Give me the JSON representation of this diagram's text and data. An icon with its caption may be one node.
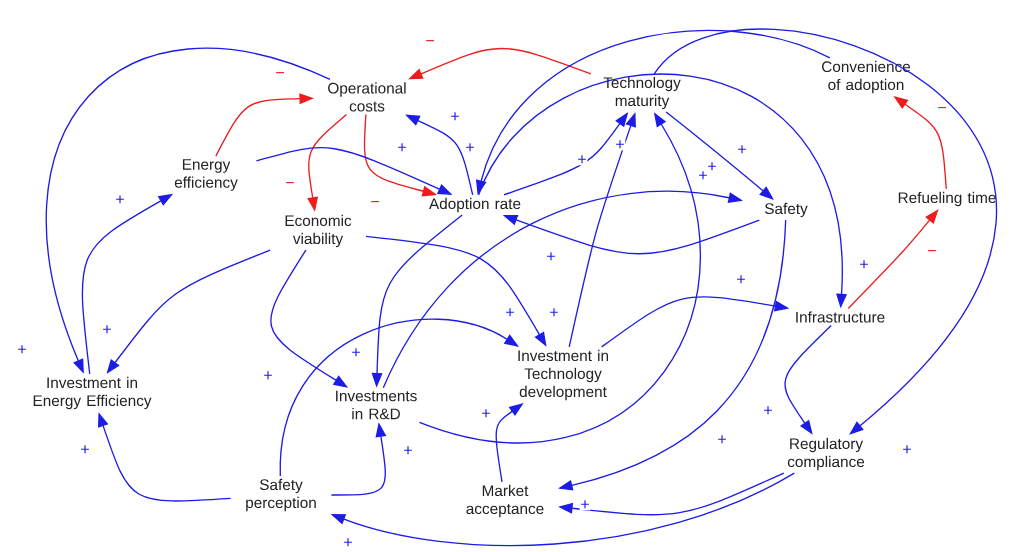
{
  "diagram": {
    "nodes": [
      {
        "text": [
          "Operational costs"
        ]
      },
      {
        "text": [
          "Technology maturity"
        ]
      },
      {
        "text": [
          "Convenience of adoption"
        ]
      },
      {
        "text": [
          "Energy efficiency"
        ]
      },
      {
        "text": [
          "Adoption rate"
        ]
      },
      {
        "text": [
          "Safety"
        ]
      },
      {
        "text": [
          "Refueling time"
        ]
      },
      {
        "text": [
          "Economic viability"
        ]
      },
      {
        "text": [
          "Infrastructure"
        ]
      },
      {
        "text": [
          "Investment in Energy Efficiency"
        ]
      },
      {
        "text": [
          "Investments in R&D"
        ]
      },
      {
        "text": [
          "Investment in Technology development"
        ]
      },
      {
        "text": [
          "Regulatory compliance"
        ]
      },
      {
        "text": [
          "Safety perception"
        ]
      },
      {
        "text": [
          "Market acceptance"
        ]
      }
    ],
    "edges": [
      {
        "from": 1,
        "to": 0,
        "arrow": "to",
        "label": "−",
        "color": "#ee1c1c"
      },
      {
        "from": 3,
        "to": 0,
        "arrow": "to",
        "label": "−",
        "color": "#ee1c1c"
      },
      {
        "from": 0,
        "to": 7,
        "arrow": "to",
        "label": "−",
        "color": "#ee1c1c"
      },
      {
        "from": 0,
        "to": 4,
        "arrow": "to",
        "label": "−",
        "color": "#ee1c1c"
      },
      {
        "from": 0,
        "to": 9,
        "arrow": "to",
        "label": "+"
      },
      {
        "from": 3,
        "to": 4,
        "arrow": "to",
        "label": "+"
      },
      {
        "from": 4,
        "to": 0,
        "arrow": "to",
        "label": "+"
      },
      {
        "from": 2,
        "to": 4,
        "arrow": "to",
        "label": "+"
      },
      {
        "from": 4,
        "to": 8,
        "arrow": "to",
        "label": "+"
      },
      {
        "from": 4,
        "to": 1,
        "arrow": "to",
        "label": "+"
      },
      {
        "from": 11,
        "to": 1,
        "arrow": "to",
        "label": "+"
      },
      {
        "from": 1,
        "to": 5,
        "arrow": "to",
        "label": "+"
      },
      {
        "from": 10,
        "to": 1,
        "arrow": "to",
        "label": "+"
      },
      {
        "from": 10,
        "to": 5,
        "arrow": "to",
        "label": "+"
      },
      {
        "from": 5,
        "to": 4,
        "arrow": "to",
        "label": "+"
      },
      {
        "from": 5,
        "to": 14,
        "arrow": "to",
        "label": "+"
      },
      {
        "from": 7,
        "to": 9,
        "arrow": "to",
        "label": "+"
      },
      {
        "from": 7,
        "to": 10,
        "arrow": "to",
        "label": "+"
      },
      {
        "from": 7,
        "to": 11,
        "arrow": "to",
        "label": "+"
      },
      {
        "from": 4,
        "to": 10,
        "arrow": "to",
        "label": "+"
      },
      {
        "from": 9,
        "to": 3,
        "arrow": "to",
        "label": "+"
      },
      {
        "from": 13,
        "to": 9,
        "arrow": "to",
        "label": "+"
      },
      {
        "from": 13,
        "to": 11,
        "arrow": "to",
        "label": "+"
      },
      {
        "from": 13,
        "to": 10,
        "arrow": "to",
        "label": "+"
      },
      {
        "from": 14,
        "to": 11,
        "arrow": "to",
        "label": "+"
      },
      {
        "from": 11,
        "to": 8,
        "arrow": "to",
        "label": "+"
      },
      {
        "from": 8,
        "to": 12,
        "arrow": "to",
        "label": "+"
      },
      {
        "from": 12,
        "to": 14,
        "arrow": "to",
        "label": "+"
      },
      {
        "from": 12,
        "to": 13,
        "arrow": "to",
        "label": "+"
      },
      {
        "from": 6,
        "to": 2,
        "arrow": "to",
        "label": "−",
        "color": "#ee1c1c"
      },
      {
        "from": 8,
        "to": 6,
        "arrow": "to",
        "label": "−",
        "color": "#ee1c1c"
      },
      {
        "from": 1,
        "to": 12,
        "arrow": "to",
        "label": "+"
      }
    ]
  }
}
